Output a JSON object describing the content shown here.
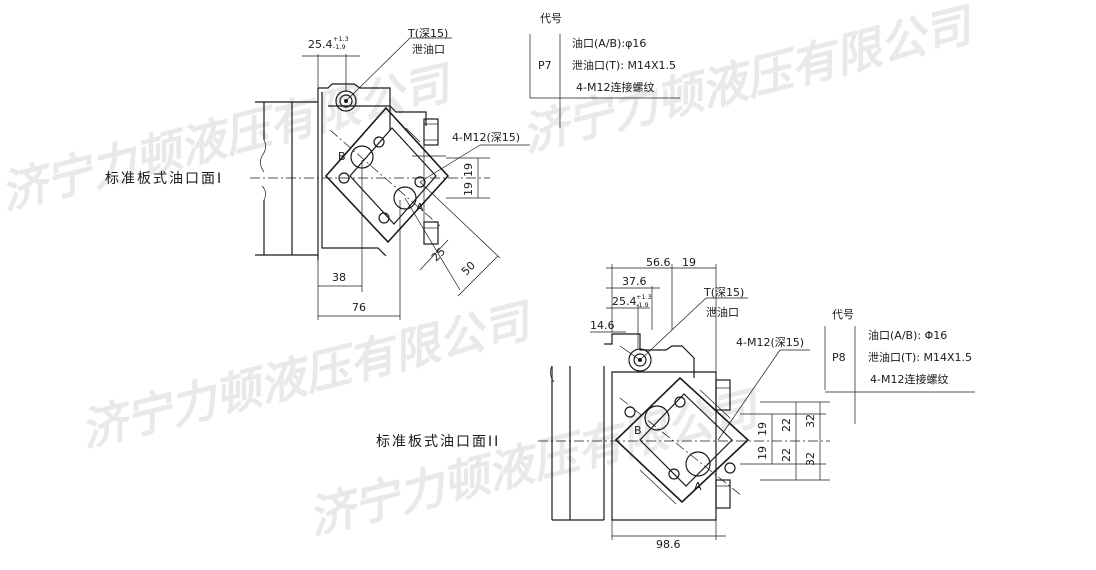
{
  "watermark": "济宁力顿液压有限公司",
  "view1": {
    "code_header": "代号",
    "code": "P7",
    "spec_lines": [
      "油口(A/B):φ16",
      "泄油口(T): M14X1.5",
      "4-M12连接螺纹"
    ],
    "face_label": "标准板式油口面I",
    "t_port_label": "T(深15)",
    "drain_label": "泄油口",
    "bolt_label": "4-M12(深15)",
    "port_b": "B",
    "port_a": "A",
    "dim_254": "25.4",
    "tol_up": "+1.3",
    "tol_dn": "-1.9",
    "dim_19a": "19",
    "dim_19b": "19",
    "dim_25": "25",
    "dim_50": "50",
    "dim_38": "38",
    "dim_76": "76"
  },
  "view2": {
    "code_header": "代号",
    "code": "P8",
    "spec_lines": [
      "油口(A/B): Φ16",
      "泄油口(T): M14X1.5",
      "4-M12连接螺纹"
    ],
    "face_label": "标准板式油口面II",
    "t_port_label": "T(深15)",
    "drain_label": "泄油口",
    "bolt_label": "4-M12(深15)",
    "port_b": "B",
    "port_a": "A",
    "dim_566": "56.6",
    "dim_19top": "19",
    "dim_376": "37.6",
    "dim_254": "25.4",
    "tol_up": "+1.3",
    "tol_dn": "-1.9",
    "dim_146": "14.6",
    "dim_19a": "19",
    "dim_19b": "19",
    "dim_22a": "22",
    "dim_22b": "22",
    "dim_32a": "32",
    "dim_32b": "32",
    "dim_986": "98.6"
  }
}
